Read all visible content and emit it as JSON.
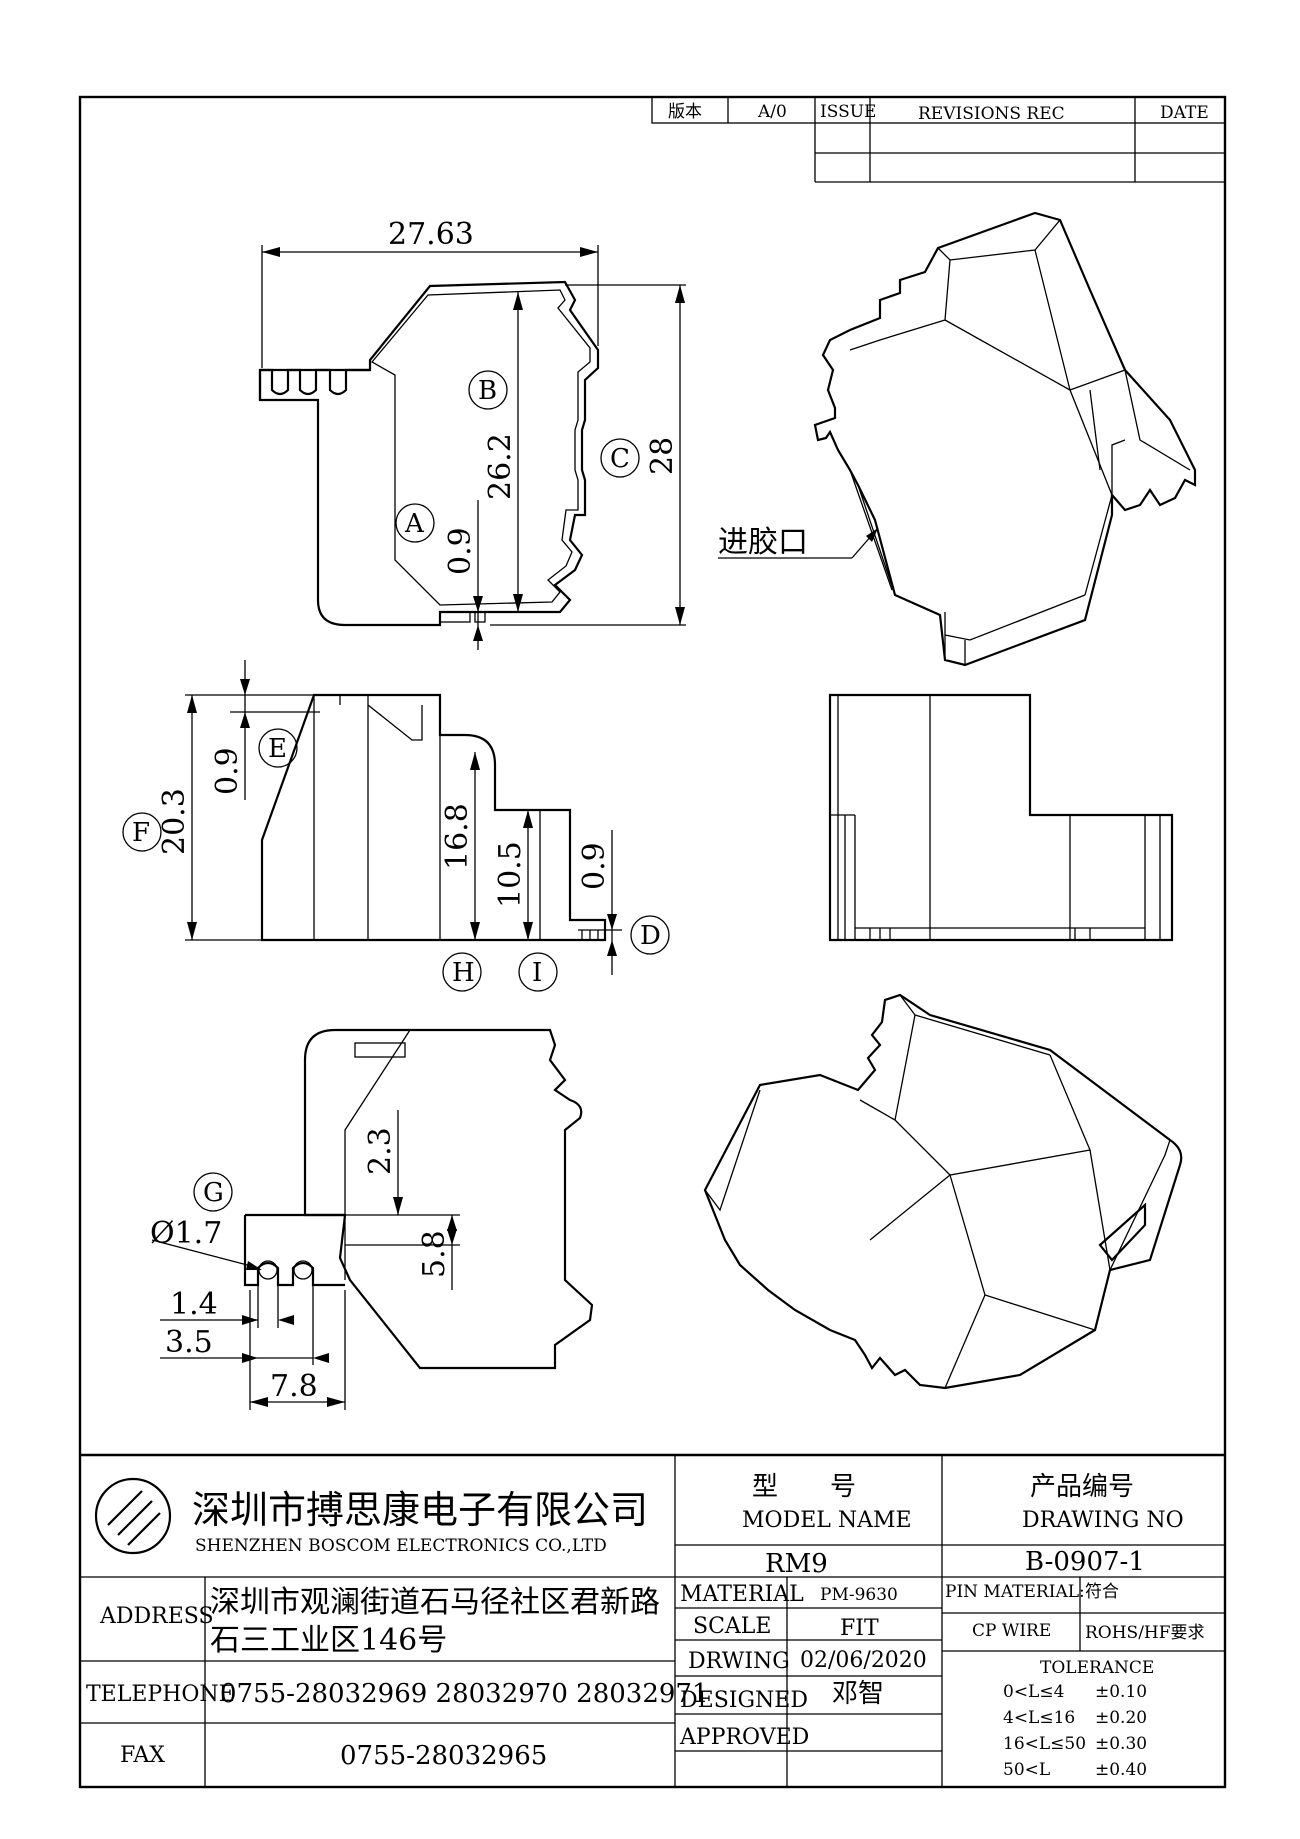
{
  "revision_table": {
    "version_label": "版本",
    "version_value": "A/0",
    "issue_label": "ISSUE",
    "revisions_label": "REVISIONS REC",
    "date_label": "DATE"
  },
  "top_view": {
    "width_dim": "27.63",
    "height_b_dim": "26.2",
    "height_c_dim": "28",
    "gap_a_dim": "0.9",
    "label_a": "A",
    "label_b": "B",
    "label_c": "C"
  },
  "iso_view_top": {
    "gate_label": "进胶口"
  },
  "side_view": {
    "total_height_dim": "20.3",
    "top_gap_dim": "0.9",
    "mid_height_dim": "16.8",
    "low_height_dim": "10.5",
    "pin_gap_dim": "0.9",
    "label_d": "D",
    "label_e": "E",
    "label_f": "F",
    "label_h": "H",
    "label_i": "I"
  },
  "bottom_view": {
    "label_g": "G",
    "hole_dia_dim": "Ø1.7",
    "depth_dim": "2.3",
    "width_dim": "5.8",
    "pitch_dim": "1.4",
    "span_dim": "3.5",
    "overall_dim": "7.8"
  },
  "title_block": {
    "company_cn": "深圳市搏思康电子有限公司",
    "company_en": "SHENZHEN BOSCOM ELECTRONICS CO.,LTD",
    "model_name_cn": "型　　号",
    "model_name_en": "MODEL NAME",
    "drawing_no_cn": "产品编号",
    "drawing_no_en": "DRAWING NO",
    "model_value": "RM9",
    "drawing_no_value": "B-0907-1",
    "address_label": "ADDRESS",
    "address_line1": "深圳市观澜街道石马径社区君新路",
    "address_line2": "石三工业区146号",
    "telephone_label": "TELEPHONE",
    "telephone_value": "0755-28032969 28032970 28032971",
    "fax_label": "FAX",
    "fax_value": "0755-28032965",
    "material_label": "MATERIAL",
    "material_value": "PM-9630",
    "scale_label": "SCALE",
    "scale_value": "FIT",
    "drwing_label": "DRWING",
    "drwing_value": "02/06/2020",
    "designed_label": "DESIGNED",
    "designed_value": "邓智",
    "approved_label": "APPROVED",
    "approved_value": "",
    "pin_material_label": "PIN MATERIAL:",
    "pin_material_value": "符合",
    "cp_wire_label": "CP WIRE",
    "rohs_value": "ROHS/HF要求",
    "tolerance_label": "TOLERANCE",
    "tolerance_rows": [
      {
        "range": "0<L≤4",
        "value": "±0.10"
      },
      {
        "range": "4<L≤16",
        "value": "±0.20"
      },
      {
        "range": "16<L≤50",
        "value": "±0.30"
      },
      {
        "range": "50<L",
        "value": "±0.40"
      }
    ]
  }
}
